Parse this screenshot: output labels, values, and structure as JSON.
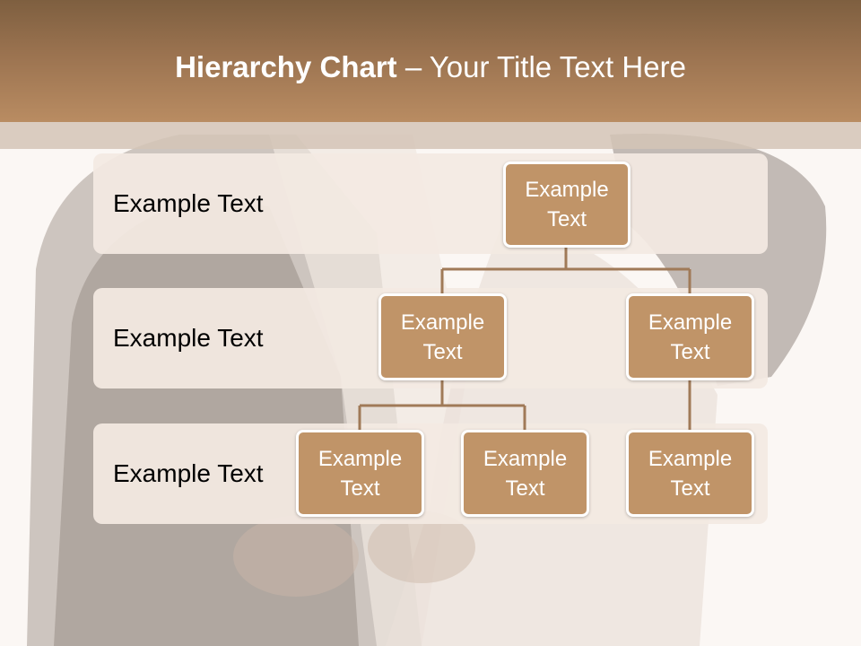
{
  "title": {
    "bold": "Hierarchy Chart",
    "rest": " – Your Title Text Here"
  },
  "levels": [
    {
      "label": "Example Text"
    },
    {
      "label": "Example Text"
    },
    {
      "label": "Example Text"
    }
  ],
  "nodes": {
    "root": "Example Text",
    "level2_left": "Example Text",
    "level2_right": "Example Text",
    "level3_a": "Example Text",
    "level3_b": "Example Text",
    "level3_c": "Example Text"
  },
  "colors": {
    "header": "#9b7350",
    "node_fill": "#c09468",
    "connector": "#a07a58",
    "band": "#f3eae2"
  }
}
